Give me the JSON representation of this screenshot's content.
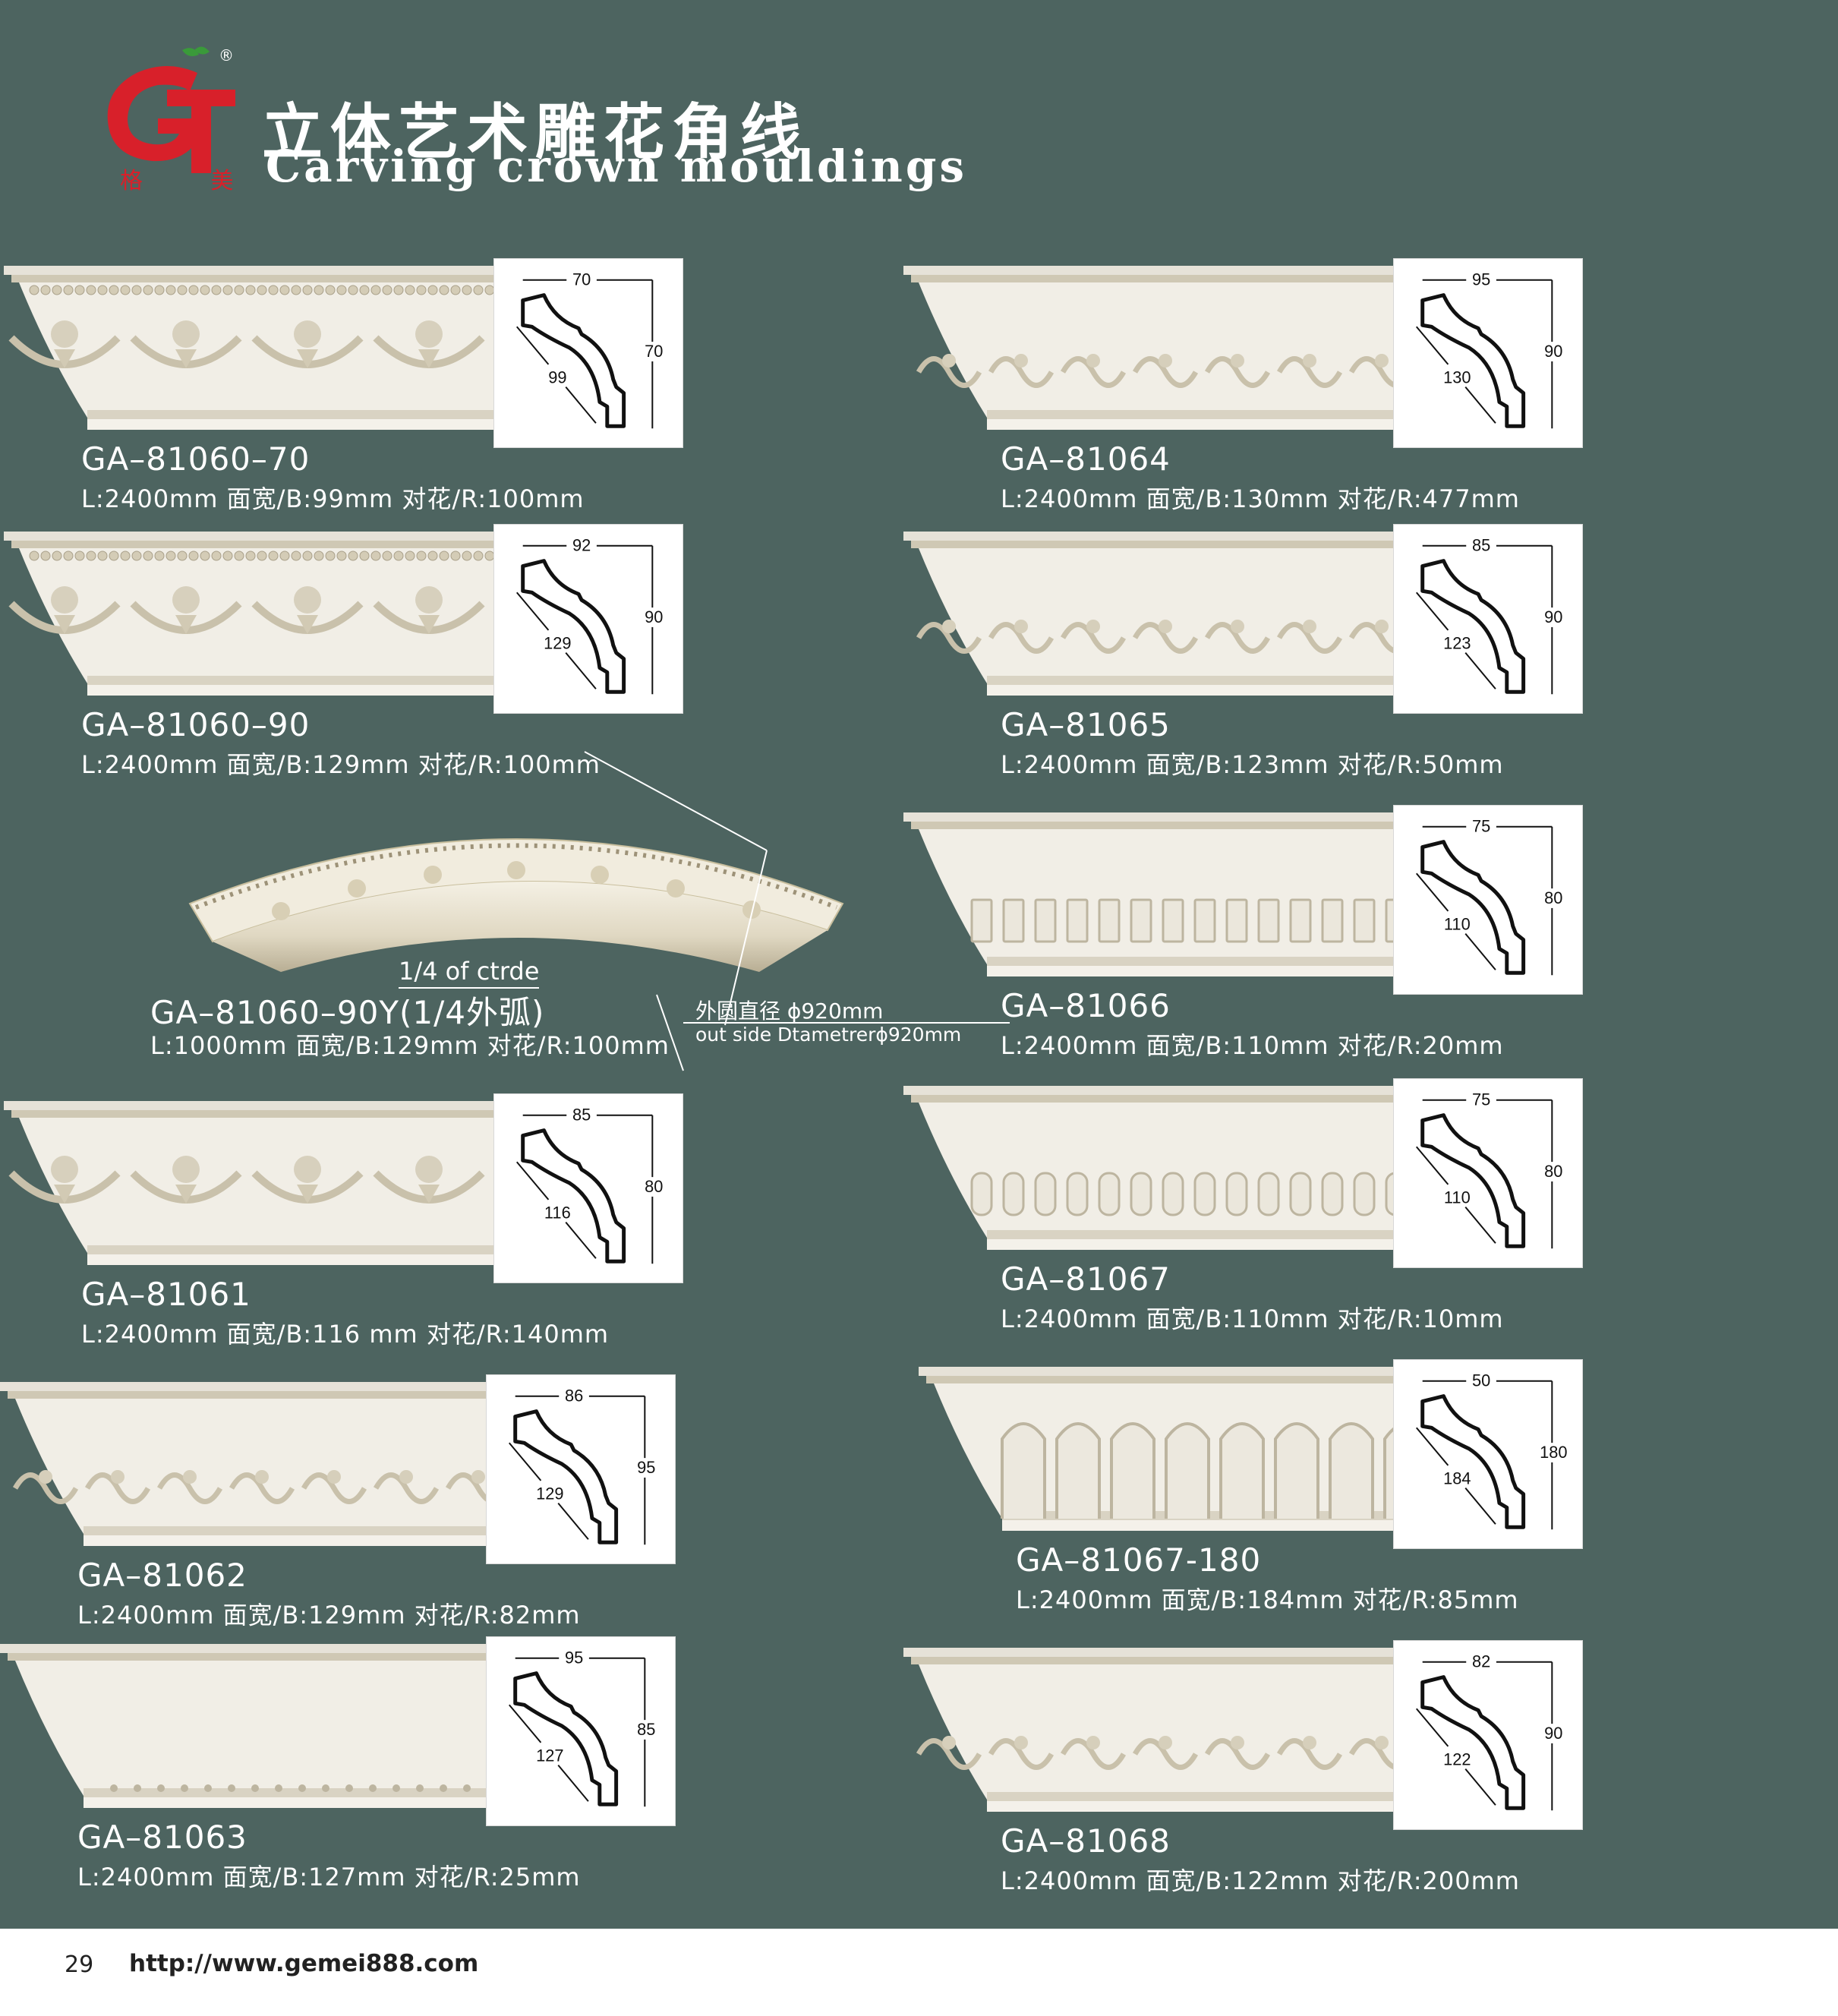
{
  "brand": {
    "title_cn": "立体艺术雕花角线",
    "title_en": "Carving crown mouldings",
    "logo_letters": "G",
    "logo_chars": "格 美",
    "registered": "®",
    "colors": {
      "logo_red": "#d8202a",
      "logo_green": "#3a9a3a",
      "background": "#4d6460"
    }
  },
  "products": [
    {
      "code": "GA–81060–70",
      "spec": "L:2400mm  面宽/B:99mm   对花/R:100mm",
      "dims": {
        "top": "70",
        "side": "70",
        "diag": "99"
      }
    },
    {
      "code": "GA–81060–90",
      "spec": "L:2400mm  面宽/B:129mm   对花/R:100mm",
      "dims": {
        "top": "92",
        "side": "90",
        "diag": "129"
      }
    },
    {
      "code": "GA–81061",
      "spec": "L:2400mm  面宽/B:116 mm   对花/R:140mm",
      "dims": {
        "top": "85",
        "side": "80",
        "diag": "116"
      }
    },
    {
      "code": "GA–81062",
      "spec": "L:2400mm  面宽/B:129mm   对花/R:82mm",
      "dims": {
        "top": "86",
        "side": "95",
        "diag": "129"
      }
    },
    {
      "code": "GA–81063",
      "spec": "L:2400mm  面宽/B:127mm   对花/R:25mm",
      "dims": {
        "top": "95",
        "side": "85",
        "diag": "127"
      }
    },
    {
      "code": "GA–81064",
      "spec": "L:2400mm  面宽/B:130mm   对花/R:477mm",
      "dims": {
        "top": "95",
        "side": "90",
        "diag": "130"
      }
    },
    {
      "code": "GA–81065",
      "spec": "L:2400mm  面宽/B:123mm   对花/R:50mm",
      "dims": {
        "top": "85",
        "side": "90",
        "diag": "123"
      }
    },
    {
      "code": "GA–81066",
      "spec": "L:2400mm  面宽/B:110mm  对花/R:20mm",
      "dims": {
        "top": "75",
        "side": "80",
        "diag": "110"
      }
    },
    {
      "code": "GA–81067",
      "spec": "L:2400mm  面宽/B:110mm  对花/R:10mm",
      "dims": {
        "top": "75",
        "side": "80",
        "diag": "110"
      }
    },
    {
      "code": "GA–81067-180",
      "spec": "L:2400mm  面宽/B:184mm  对花/R:85mm",
      "dims": {
        "top": "50",
        "side": "180",
        "diag": "184"
      }
    },
    {
      "code": "GA–81068",
      "spec": "L:2400mm  面宽/B:122mm   对花/R:200mm",
      "dims": {
        "top": "82",
        "side": "90",
        "diag": "122"
      }
    }
  ],
  "arc": {
    "code": "GA–81060–90Y(1/4外弧)",
    "spec": "L:1000mm  面宽/B:129mm   对花/R:100mm",
    "note_quarter": "1/4 of ctrde",
    "note_diameter_cn": "外圆直径 ϕ920mm",
    "note_diameter_en": "out side Dtametrerϕ920mm"
  },
  "footer": {
    "page": "29",
    "url": "http://www.gemei888.com"
  }
}
